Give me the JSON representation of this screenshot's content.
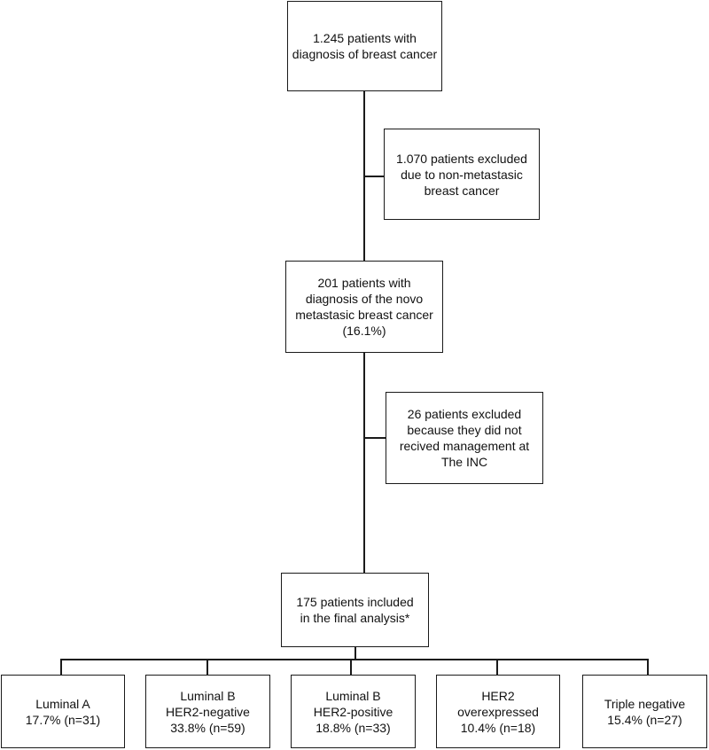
{
  "boxes": {
    "total": [
      "1.245 patients with",
      "diagnosis of breast cancer"
    ],
    "excluded_nonmeta": [
      "1.070 patients excluded",
      "due to non-metastasic",
      "breast cancer"
    ],
    "denovo": [
      "201 patients with",
      "diagnosis of the novo",
      "metastasic breast cancer",
      "(16.1%)"
    ],
    "excluded_mgmt": [
      "26 patients excluded",
      "because they did not",
      "recived management at",
      "The INC"
    ],
    "included": [
      "175 patients included",
      "in the final analysis*"
    ]
  },
  "subtypes": [
    {
      "lines": [
        "Luminal A",
        "17.7% (n=31)"
      ]
    },
    {
      "lines": [
        "Luminal B",
        "HER2-negative",
        "33.8% (n=59)"
      ]
    },
    {
      "lines": [
        "Luminal B",
        "HER2-positive",
        "18.8% (n=33)"
      ]
    },
    {
      "lines": [
        "HER2",
        "overexpressed",
        "10.4% (n=18)"
      ]
    },
    {
      "lines": [
        "Triple negative",
        "15.4% (n=27)"
      ]
    }
  ]
}
